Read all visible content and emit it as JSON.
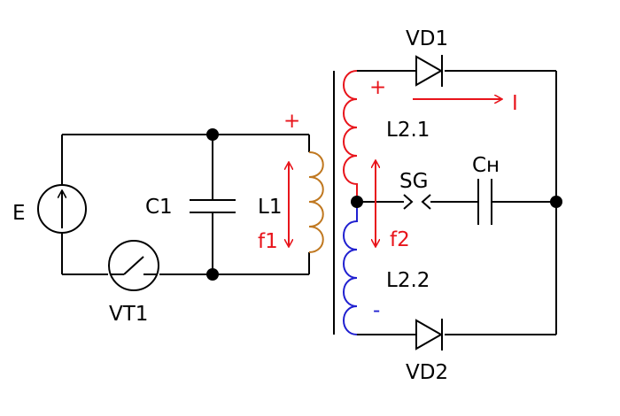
{
  "labels": {
    "source": "E",
    "capacitor_primary": "C1",
    "inductor_primary": "L1",
    "switch": "VT1",
    "freq_primary": "f1",
    "freq_secondary": "f2",
    "winding_upper": "L2.1",
    "winding_lower": "L2.2",
    "spark_gap": "SG",
    "capacitor_load": "Cн",
    "diode_upper": "VD1",
    "diode_lower": "VD2",
    "current": "I",
    "polarity_primary_plus": "+",
    "polarity_secondary_plus": "+",
    "polarity_secondary_minus": "-"
  },
  "colors": {
    "wire": "#000000",
    "highlight": "#e8141b",
    "secondary_lower": "#2020d0",
    "primary_coil": "#c07820"
  }
}
